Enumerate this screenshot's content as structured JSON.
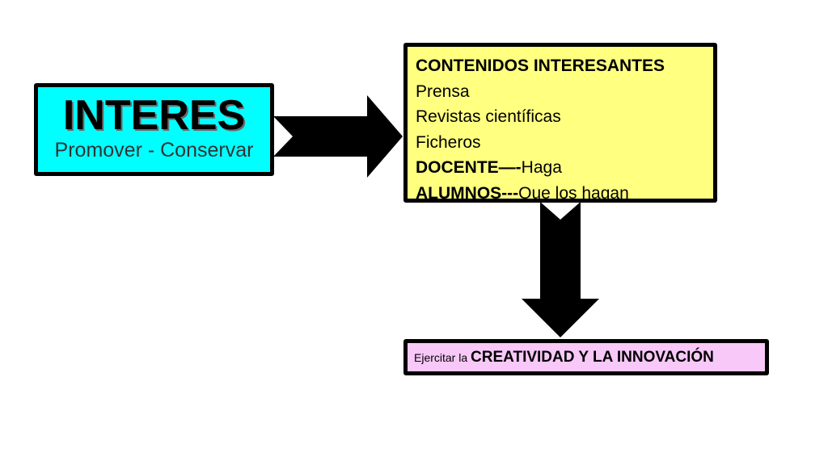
{
  "interes": {
    "title": "INTERES",
    "subtitle": "Promover - Conservar"
  },
  "contenidos": {
    "heading": "CONTENIDOS INTERESANTES",
    "item1": "Prensa",
    "item2": "Revistas científicas",
    "item3": "Ficheros",
    "docente_label": "DOCENTE—-",
    "docente_text": "Haga",
    "alumnos_label": "ALUMNOS---",
    "alumnos_text": "Que los hagan"
  },
  "ejercitar": {
    "prefix": "Ejercitar la ",
    "emphasis": "CREATIVIDAD Y LA INNOVACIÓN"
  },
  "colors": {
    "interes_fill": "#00ffff",
    "contenidos_fill": "#ffff80",
    "ejercitar_fill": "#f8c8f8",
    "arrow_fill": "#000000"
  }
}
